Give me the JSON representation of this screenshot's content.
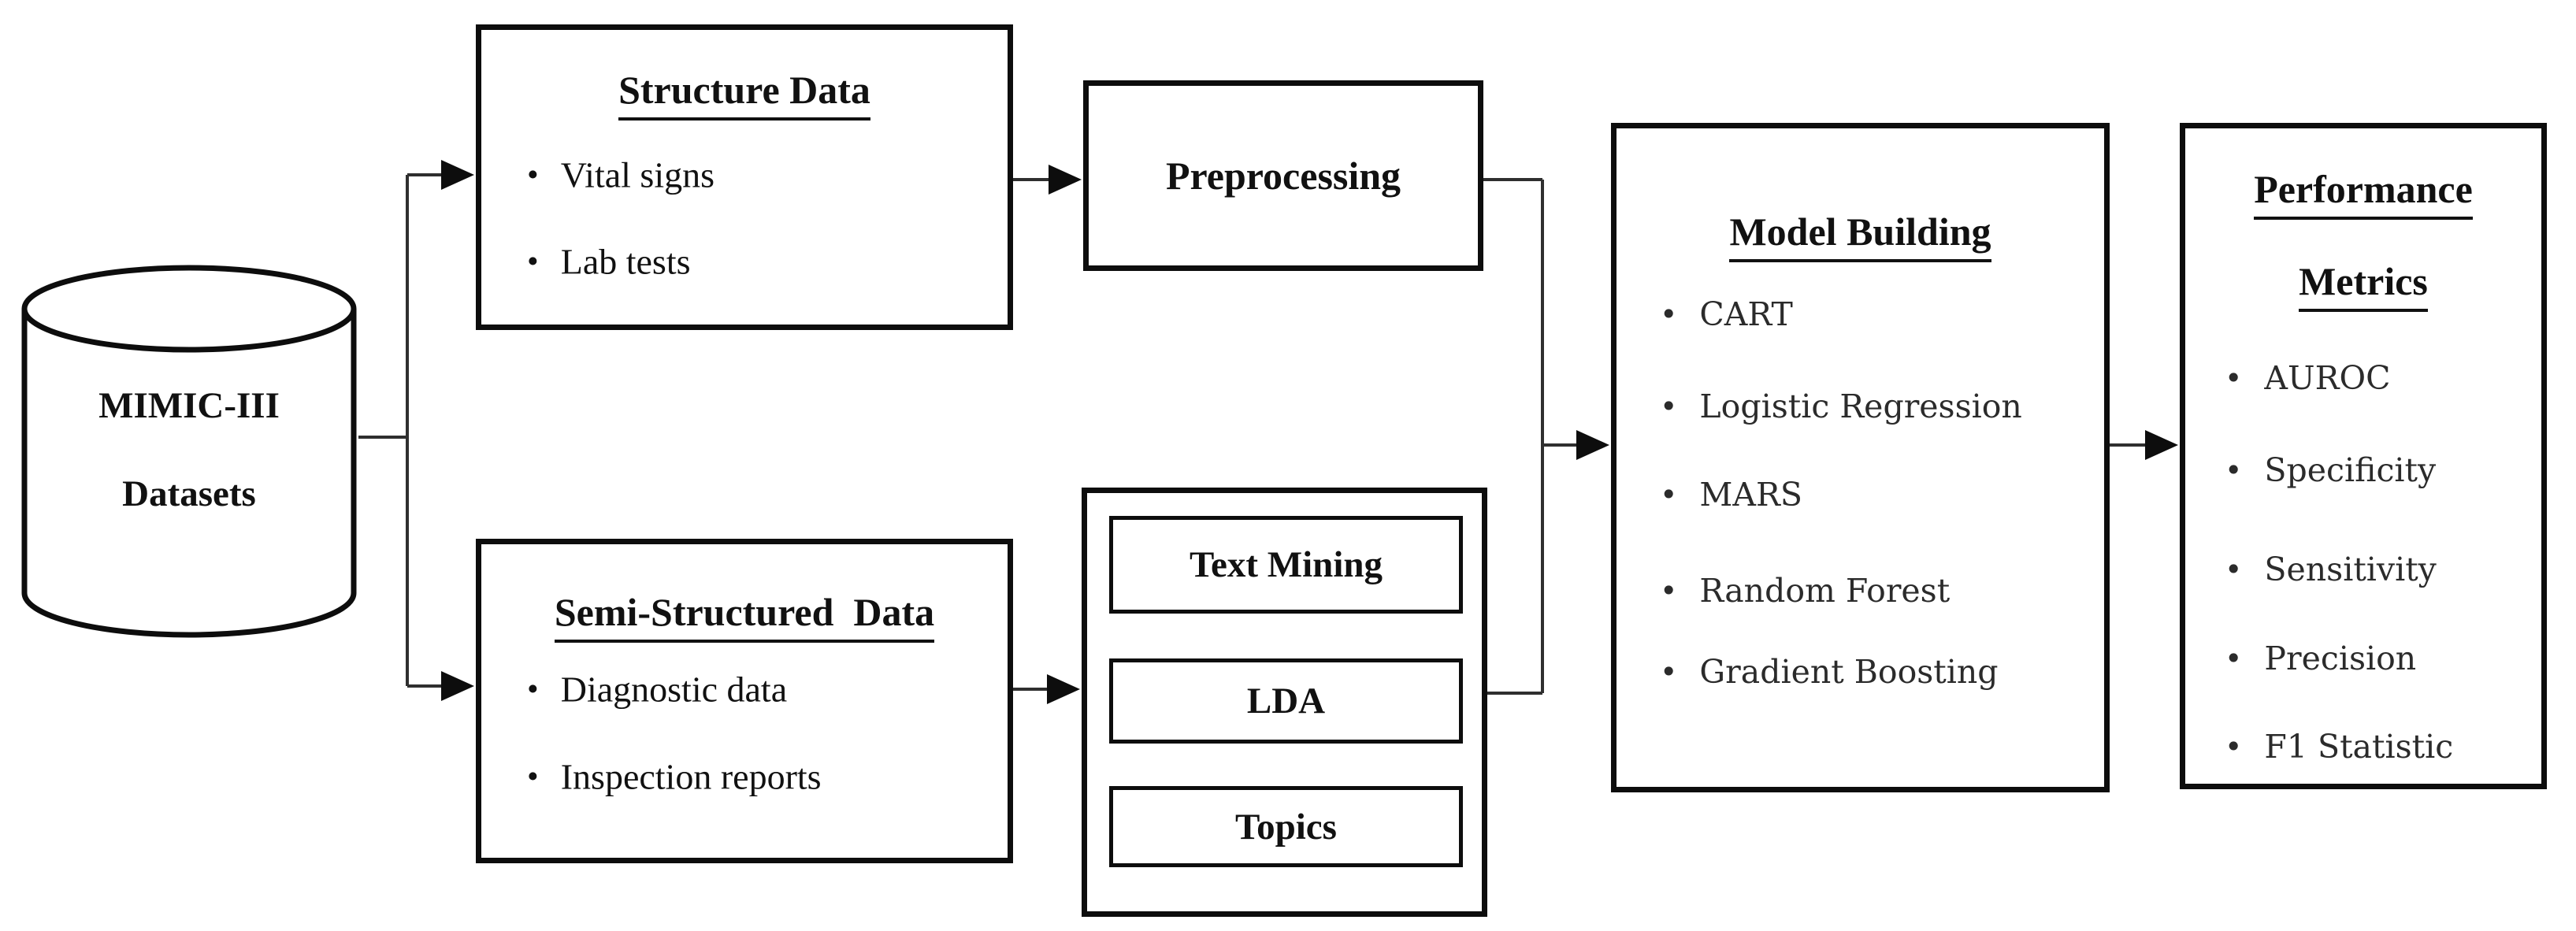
{
  "diagram": {
    "bullet": "•",
    "colors": {
      "border": "#0d0d0d",
      "connector": "#2f2f2f",
      "background": "#ffffff",
      "muted_text": "#2b2b2b"
    },
    "database": {
      "line1": "MIMIC-III",
      "line2": "Datasets"
    },
    "structure_box": {
      "title": "Structure Data",
      "items": [
        "Vital signs",
        "Lab tests"
      ]
    },
    "preprocessing_box": {
      "label": "Preprocessing"
    },
    "semi_box": {
      "title": "Semi-Structured  Data",
      "items": [
        "Diagnostic data",
        "Inspection reports"
      ]
    },
    "text_mining_box": {
      "steps": [
        "Text Mining",
        "LDA",
        "Topics"
      ]
    },
    "model_box": {
      "title": "Model Building",
      "items": [
        "CART",
        "Logistic Regression",
        "MARS",
        "Random Forest",
        "Gradient Boosting"
      ]
    },
    "metrics_box": {
      "title_line1": "Performance",
      "title_line2": "Metrics",
      "items": [
        "AUROC",
        "Specificity",
        "Sensitivity",
        "Precision",
        "F1 Statistic"
      ]
    }
  }
}
